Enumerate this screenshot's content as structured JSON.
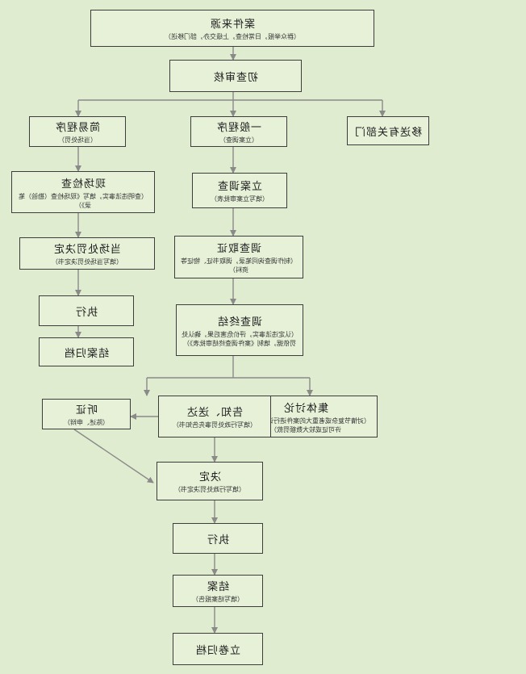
{
  "diagram": {
    "case_source": {
      "title": "案件来源",
      "note": "（群众举报，日常检查，上级交办，部门移送）"
    },
    "initial_review": {
      "title": "初查审核"
    },
    "transfer": {
      "title": "移送有关部门"
    },
    "general_procedure": {
      "title": "一般程序",
      "note": "（立案调查）"
    },
    "simple_procedure": {
      "title": "简易程序",
      "note": "（当场处罚）"
    },
    "case_filing": {
      "title": "立案调查",
      "note": "（填写立案审批表）"
    },
    "onsite_inspection": {
      "title": "现场检查",
      "note": "（查明违法事实，填写《现场检查（勘验）笔录》）"
    },
    "evidence": {
      "title": "调查取证",
      "note": "（制作调查询问笔录，调取书证、物证等资料）"
    },
    "onsite_decision": {
      "title": "当场处罚决定",
      "note": "（填写当场处罚决定书）"
    },
    "simple_execute": {
      "title": "执行"
    },
    "investigation_end": {
      "title": "调查终结",
      "note": "（认定违法事实，评价危害后果，确认处罚依据，填制《案件调查终结审批表》）"
    },
    "simple_close": {
      "title": "结案归档"
    },
    "notify": {
      "title": "告知、送达",
      "note": "（填写行政处罚事先告知书）"
    },
    "hearing": {
      "title": "听证",
      "note": "（陈述、申辩）"
    },
    "collective": {
      "title": "集体讨论",
      "note": "（对情节复杂或者重大的案件进行讨论，吊销许可证或较大数额罚款）"
    },
    "decision": {
      "title": "决定",
      "note": "（填写行政处罚决定书）"
    },
    "execute": {
      "title": "执行"
    },
    "close_case": {
      "title": "结案",
      "note": "（填写结案报告）"
    },
    "archive": {
      "title": "立卷归档"
    }
  },
  "colors": {
    "background": "#dfeccf",
    "box_fill": "#e6f1d8",
    "box_border": "#3d3d3d",
    "connector": "#8a8a8a"
  }
}
